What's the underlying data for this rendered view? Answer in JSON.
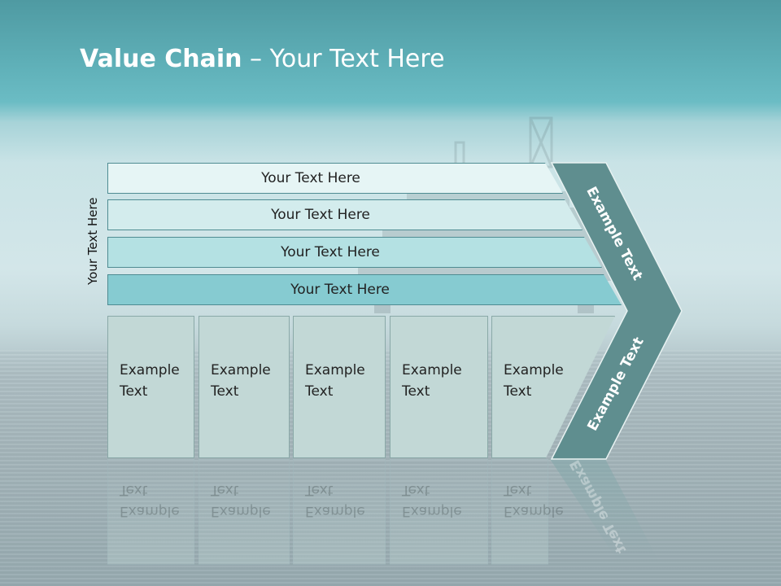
{
  "slide": {
    "title_bold": "Value Chain",
    "title_rest": " – Your Text Here",
    "side_label": "Your Text Here",
    "bands": [
      {
        "label": "Your Text Here",
        "color": "#e6f5f5"
      },
      {
        "label": "Your Text Here",
        "color": "#d3eced"
      },
      {
        "label": "Your Text Here",
        "color": "#b4e1e3"
      },
      {
        "label": "Your Text Here",
        "color": "#86cbd1"
      }
    ],
    "boxes": [
      {
        "line1": "Example",
        "line2": "Text"
      },
      {
        "line1": "Example",
        "line2": "Text"
      },
      {
        "line1": "Example",
        "line2": "Text"
      },
      {
        "line1": "Example",
        "line2": "Text"
      },
      {
        "line1": "Example",
        "line2": "Text"
      }
    ],
    "chevron_top_label": "Example Text",
    "chevron_bottom_label": "Example Text",
    "chevron_color": "#5f8e8f"
  }
}
